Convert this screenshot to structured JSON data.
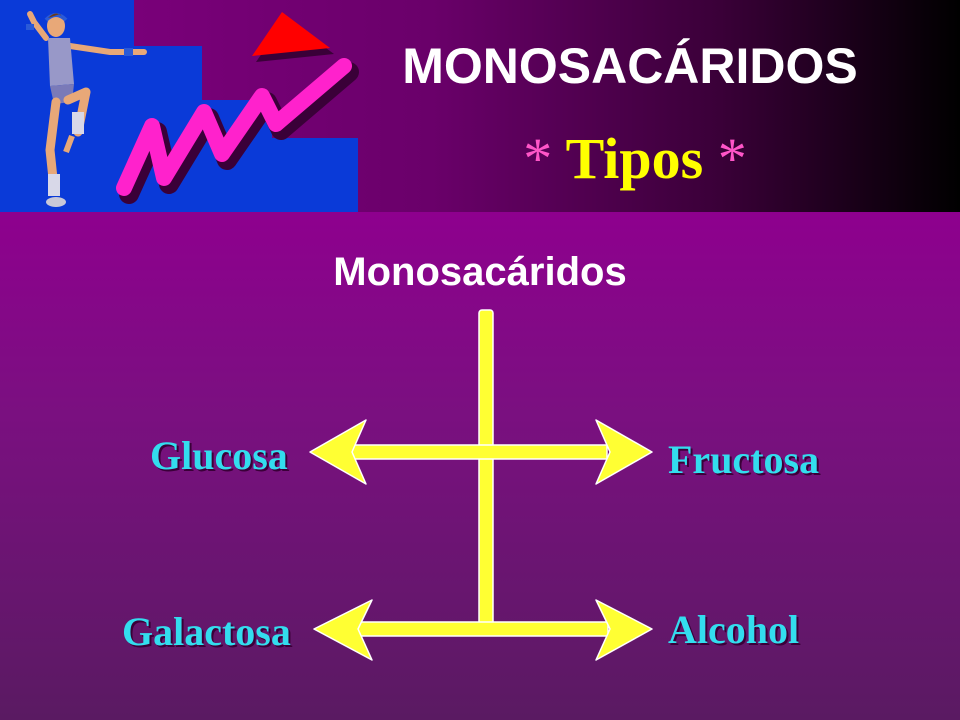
{
  "header": {
    "title": "MONOSACÁRIDOS",
    "subtitle": {
      "star_left": "*",
      "text": "Tipos",
      "star_right": "*"
    }
  },
  "diagram": {
    "heading": "Monosacáridos",
    "types": [
      {
        "label": "Glucosa"
      },
      {
        "label": "Fructosa"
      },
      {
        "label": "Galactosa"
      },
      {
        "label": "Alcohol"
      }
    ]
  },
  "colors": {
    "header_start": "#800080",
    "header_end": "#000000",
    "background": "#7a1080",
    "title_text": "#ffffff",
    "subtitle_text": "#ffff00",
    "star": "#ff55c8",
    "arrow": "#ffff33",
    "node_text": "#33ddee",
    "clipart_blocks": "#0a3ad8",
    "clipart_arrow": "#ff22cc",
    "clipart_arrow_head": "#ff0000"
  }
}
